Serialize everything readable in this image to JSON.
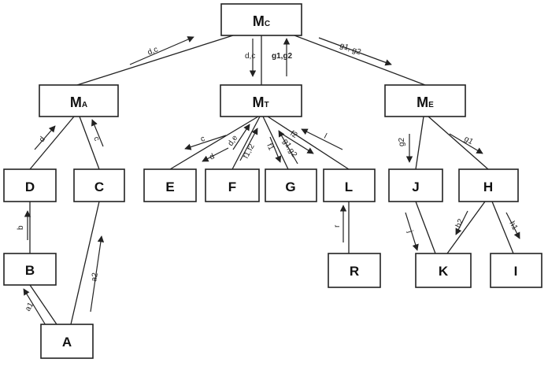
{
  "nodes": {
    "mc": {
      "main": "M",
      "sub": "C"
    },
    "ma": {
      "main": "M",
      "sub": "A"
    },
    "mt": {
      "main": "M",
      "sub": "T"
    },
    "me": {
      "main": "M",
      "sub": "E"
    },
    "d": "D",
    "c": "C",
    "e": "E",
    "f": "F",
    "g": "G",
    "l": "L",
    "j": "J",
    "h": "H",
    "b": "B",
    "r": "R",
    "k": "K",
    "i": "I",
    "a": "A"
  },
  "flow_labels": {
    "ma_to_mc": "d,c",
    "mc_to_mt": "d,c",
    "mt_to_mc": "g1,g2",
    "mc_to_me": "g1, g2",
    "d_to_ma": "d",
    "c_to_ma": "c",
    "mt_to_e": "c",
    "mt_to_f_1": "d",
    "f_to_mt_1": "d,e",
    "f_to_mt_2": "f1,f2",
    "mt_to_g": "f1",
    "g_to_mt": "g1,g2",
    "mt_to_l": "f2",
    "l_to_mt": "l",
    "me_to_j": "g2",
    "me_to_h": "g1",
    "b_to_d": "b",
    "a_to_c": "a2",
    "a_to_b": "a1",
    "r_to_l": "r",
    "j_to_k": "j",
    "h_to_k": "h2",
    "h_to_i": "h1"
  },
  "colors": {
    "line": "#222222",
    "box_fill": "#ffffff",
    "text": "#111111"
  }
}
